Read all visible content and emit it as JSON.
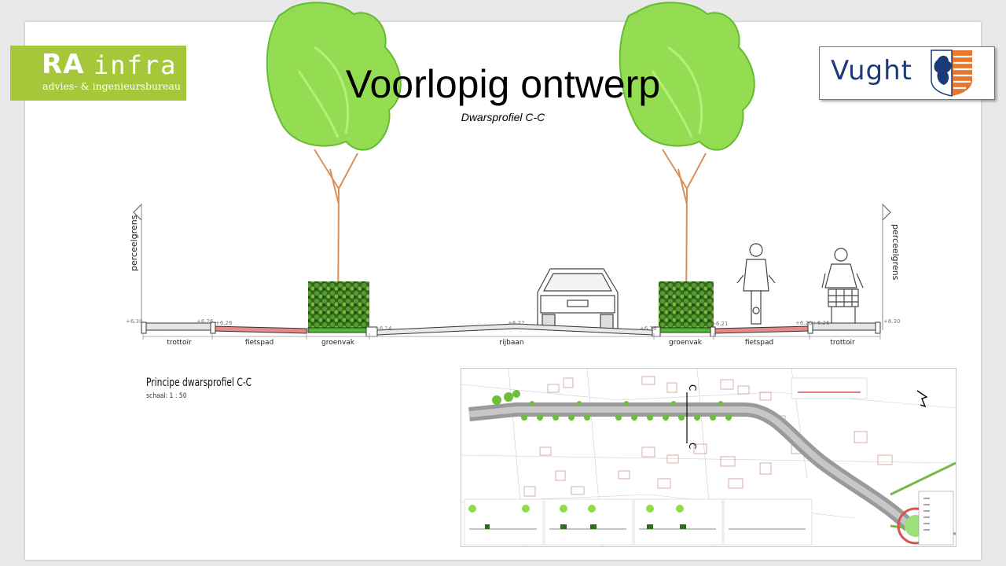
{
  "title": "Voorlopig ontwerp",
  "subtitle": "Dwarsprofiel C-C",
  "logos": {
    "ra_bold": "RA",
    "ra_light": "infra",
    "ra_sub": "advies- & ingenieursbureau",
    "municipality": "Vught",
    "municipality_crest_icon": "lion-crest-icon"
  },
  "colors": {
    "ra_green": "#a6c739",
    "vught_blue": "#1b3a78",
    "vught_orange": "#e8772e",
    "bike_lane_red": "#e58a8a",
    "green_strip": "#4cb82e",
    "tree_canopy": "#8fdc4a"
  },
  "profile": {
    "boundary_label_left": "perceelgrens",
    "boundary_label_right": "perceelgrens",
    "segments": [
      "trottoir",
      "fietspad",
      "groenvak",
      "rijbaan",
      "groenvak",
      "fietspad",
      "trottoir"
    ],
    "levels": [
      "+6.30",
      "+6.26",
      "+6.26",
      "+6.14",
      "+6.22",
      "+6.16",
      "+6.21",
      "+6.26",
      "+6.26",
      "+6.30"
    ],
    "figures": [
      "tree-icon",
      "hedge-icon",
      "car-rear-icon",
      "cyclist-icon",
      "pedestrian-with-cart-icon"
    ]
  },
  "caption": {
    "title": "Principe dwarsprofiel C-C",
    "scale": "schaal: 1 : 50"
  },
  "map": {
    "section_label_top": "C",
    "section_label_bottom": "C"
  }
}
